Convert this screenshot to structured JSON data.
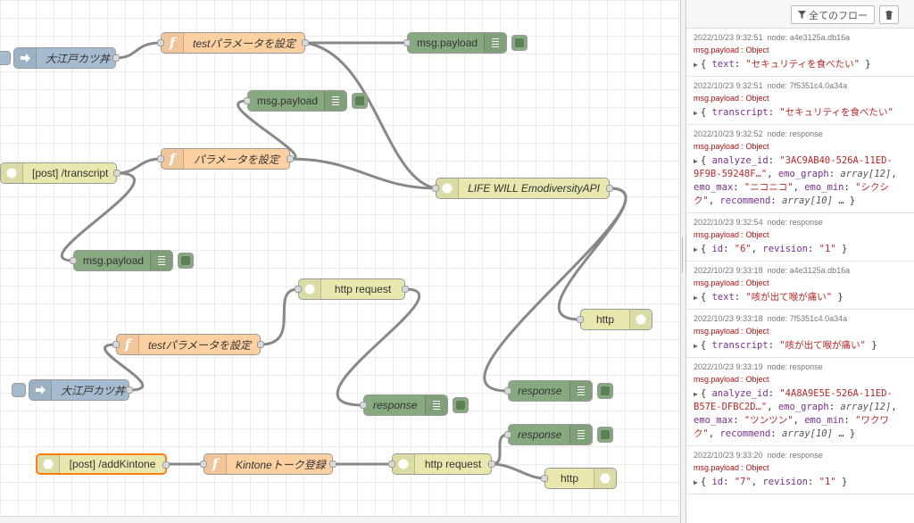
{
  "flow": {
    "nodes": {
      "link_in_1": {
        "label": "大江戸カツ丼"
      },
      "func_test_1": {
        "label": "testパラメータを設定"
      },
      "debug_top": {
        "label": "msg.payload"
      },
      "debug_2": {
        "label": "msg.payload"
      },
      "func_param": {
        "label": "パラメータを設定"
      },
      "http_in_transcript": {
        "label": "[post] /transcript"
      },
      "life_will_api": {
        "label": "LIFE WILL EmodiversityAPI"
      },
      "debug_3": {
        "label": "msg.payload"
      },
      "http_request_1": {
        "label": "http request"
      },
      "http_resp_1": {
        "label": "http"
      },
      "func_test_2": {
        "label": "testパラメータを設定"
      },
      "link_in_2": {
        "label": "大江戸カツ丼"
      },
      "debug_response_1": {
        "label": "response"
      },
      "debug_response_2": {
        "label": "response"
      },
      "http_in_kintone": {
        "label": "[post] /addKintone"
      },
      "func_kintone": {
        "label": "Kintoneトーク登録"
      },
      "http_request_2": {
        "label": "http request"
      },
      "debug_response_3": {
        "label": "response"
      },
      "http_resp_2": {
        "label": "http"
      }
    }
  },
  "sidebar": {
    "filter_label": "全てのフロー",
    "messages": [
      {
        "time": "2022/10/23 9:32:51",
        "node": "node: a4e3125a.db16a",
        "topic": "msg.payload : Object",
        "parts": [
          {
            "c": "p",
            "v": "{ "
          },
          {
            "c": "k",
            "v": "text"
          },
          {
            "c": "p",
            "v": ": "
          },
          {
            "c": "s",
            "v": "\"セキュリティを食べたい\""
          },
          {
            "c": "p",
            "v": " }"
          }
        ]
      },
      {
        "time": "2022/10/23 9:32:51",
        "node": "node: 7f5351c4.0a34a",
        "topic": "msg.payload : Object",
        "parts": [
          {
            "c": "p",
            "v": "{ "
          },
          {
            "c": "k",
            "v": "transcript"
          },
          {
            "c": "p",
            "v": ": "
          },
          {
            "c": "s",
            "v": "\"セキュリティを食べたい\""
          }
        ]
      },
      {
        "time": "2022/10/23 9:32:52",
        "node": "node: response",
        "topic": "msg.payload : Object",
        "parts": [
          {
            "c": "p",
            "v": "{ "
          },
          {
            "c": "k",
            "v": "analyze_id"
          },
          {
            "c": "p",
            "v": ": "
          },
          {
            "c": "s",
            "v": "\"3AC9AB40-526A-11ED-9F9B-59248F…\""
          },
          {
            "c": "p",
            "v": ", "
          },
          {
            "c": "k",
            "v": "emo_graph"
          },
          {
            "c": "p",
            "v": ": "
          },
          {
            "c": "t",
            "v": "array[12]"
          },
          {
            "c": "p",
            "v": ", "
          },
          {
            "c": "k",
            "v": "emo_max"
          },
          {
            "c": "p",
            "v": ": "
          },
          {
            "c": "s",
            "v": "\"ニコニコ\""
          },
          {
            "c": "p",
            "v": ", "
          },
          {
            "c": "k",
            "v": "emo_min"
          },
          {
            "c": "p",
            "v": ": "
          },
          {
            "c": "s",
            "v": "\"シクシク\""
          },
          {
            "c": "p",
            "v": ", "
          },
          {
            "c": "k",
            "v": "recommend"
          },
          {
            "c": "p",
            "v": ": "
          },
          {
            "c": "t",
            "v": "array[10]"
          },
          {
            "c": "p",
            "v": " … }"
          }
        ]
      },
      {
        "time": "2022/10/23 9:32:54",
        "node": "node: response",
        "topic": "msg.payload : Object",
        "parts": [
          {
            "c": "p",
            "v": "{ "
          },
          {
            "c": "k",
            "v": "id"
          },
          {
            "c": "p",
            "v": ": "
          },
          {
            "c": "s",
            "v": "\"6\""
          },
          {
            "c": "p",
            "v": ", "
          },
          {
            "c": "k",
            "v": "revision"
          },
          {
            "c": "p",
            "v": ": "
          },
          {
            "c": "s",
            "v": "\"1\""
          },
          {
            "c": "p",
            "v": " }"
          }
        ]
      },
      {
        "time": "2022/10/23 9:33:18",
        "node": "node: a4e3125a.db16a",
        "topic": "msg.payload : Object",
        "parts": [
          {
            "c": "p",
            "v": "{ "
          },
          {
            "c": "k",
            "v": "text"
          },
          {
            "c": "p",
            "v": ": "
          },
          {
            "c": "s",
            "v": "\"咳が出て喉が痛い\""
          },
          {
            "c": "p",
            "v": " }"
          }
        ]
      },
      {
        "time": "2022/10/23 9:33:18",
        "node": "node: 7f5351c4.0a34a",
        "topic": "msg.payload : Object",
        "parts": [
          {
            "c": "p",
            "v": "{ "
          },
          {
            "c": "k",
            "v": "transcript"
          },
          {
            "c": "p",
            "v": ": "
          },
          {
            "c": "s",
            "v": "\"咳が出て喉が痛い\""
          },
          {
            "c": "p",
            "v": " }"
          }
        ]
      },
      {
        "time": "2022/10/23 9:33:19",
        "node": "node: response",
        "topic": "msg.payload : Object",
        "parts": [
          {
            "c": "p",
            "v": "{ "
          },
          {
            "c": "k",
            "v": "analyze_id"
          },
          {
            "c": "p",
            "v": ": "
          },
          {
            "c": "s",
            "v": "\"4A8A9E5E-526A-11ED-B57E-DFBC2D…\""
          },
          {
            "c": "p",
            "v": ", "
          },
          {
            "c": "k",
            "v": "emo_graph"
          },
          {
            "c": "p",
            "v": ": "
          },
          {
            "c": "t",
            "v": "array[12]"
          },
          {
            "c": "p",
            "v": ", "
          },
          {
            "c": "k",
            "v": "emo_max"
          },
          {
            "c": "p",
            "v": ": "
          },
          {
            "c": "s",
            "v": "\"ツンツン\""
          },
          {
            "c": "p",
            "v": ", "
          },
          {
            "c": "k",
            "v": "emo_min"
          },
          {
            "c": "p",
            "v": ": "
          },
          {
            "c": "s",
            "v": "\"ワクワク\""
          },
          {
            "c": "p",
            "v": ", "
          },
          {
            "c": "k",
            "v": "recommend"
          },
          {
            "c": "p",
            "v": ": "
          },
          {
            "c": "t",
            "v": "array[10]"
          },
          {
            "c": "p",
            "v": " … }"
          }
        ]
      },
      {
        "time": "2022/10/23 9:33:20",
        "node": "node: response",
        "topic": "msg.payload : Object",
        "parts": [
          {
            "c": "p",
            "v": "{ "
          },
          {
            "c": "k",
            "v": "id"
          },
          {
            "c": "p",
            "v": ": "
          },
          {
            "c": "s",
            "v": "\"7\""
          },
          {
            "c": "p",
            "v": ", "
          },
          {
            "c": "k",
            "v": "revision"
          },
          {
            "c": "p",
            "v": ": "
          },
          {
            "c": "s",
            "v": "\"1\""
          },
          {
            "c": "p",
            "v": " }"
          }
        ]
      }
    ]
  }
}
